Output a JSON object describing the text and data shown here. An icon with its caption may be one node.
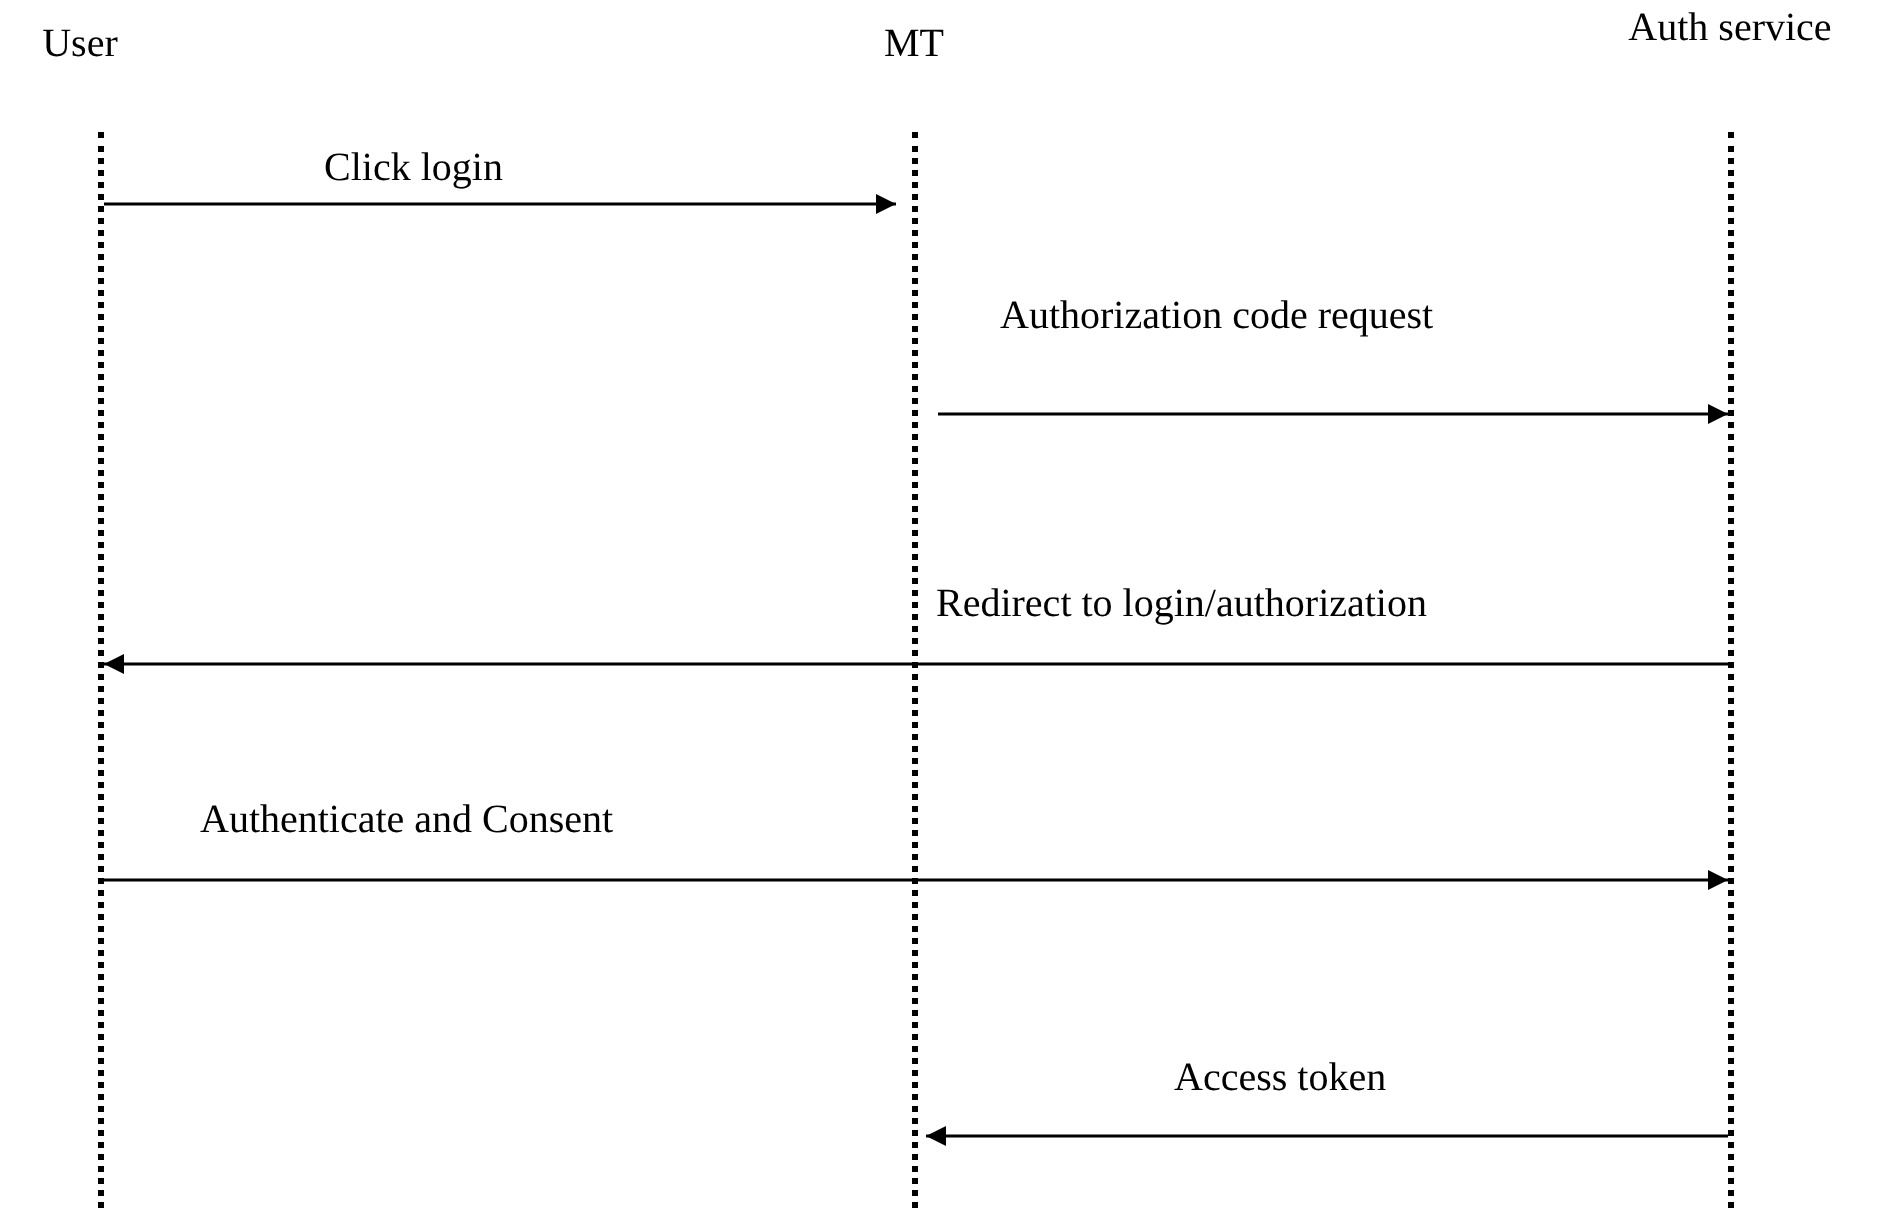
{
  "diagram": {
    "nodes": [
      {
        "text": [
          "User"
        ]
      },
      {
        "text": [
          "MT"
        ]
      },
      {
        "text": [
          "Auth service"
        ]
      },
      {
        "text": [],
        "shape": "line"
      },
      {
        "text": [],
        "shape": "line"
      },
      {
        "text": [],
        "shape": "line"
      }
    ],
    "edges": [
      {
        "from": 3,
        "to": 4,
        "arrow": "to",
        "label": "Click login"
      },
      {
        "from": 4,
        "to": 5,
        "arrow": "to",
        "label": "Authorization code request"
      },
      {
        "from": 5,
        "to": 3,
        "arrow": "to",
        "label": "Redirect to login/authorization"
      },
      {
        "from": 3,
        "to": 5,
        "arrow": "to",
        "label": "Authenticate and Consent"
      },
      {
        "from": 5,
        "to": 4,
        "arrow": "to",
        "label": "Access token"
      }
    ]
  }
}
